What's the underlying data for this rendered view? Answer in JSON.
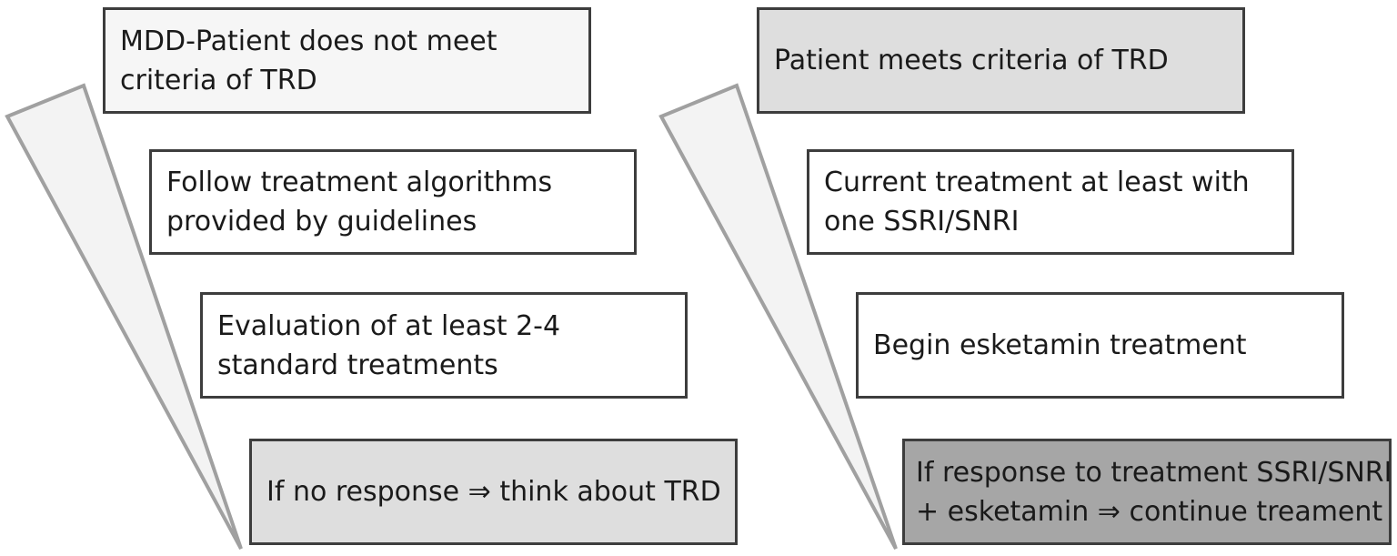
{
  "left_column": {
    "boxes": [
      {
        "line1": "MDD-Patient does not meet",
        "line2": "criteria of TRD"
      },
      {
        "line1": "Follow treatment algorithms",
        "line2": "provided by guidelines"
      },
      {
        "line1": "Evaluation of at least 2-4",
        "line2": "standard treatments"
      },
      {
        "line1": "If no response ⇒ think about TRD",
        "line2": ""
      }
    ]
  },
  "right_column": {
    "boxes": [
      {
        "line1": "Patient meets criteria of TRD",
        "line2": ""
      },
      {
        "line1": "Current treatment at least with",
        "line2": "one SSRI/SNRI"
      },
      {
        "line1": "Begin esketamin treatment",
        "line2": ""
      },
      {
        "line1": "If response to treatment SSRI/SNRI",
        "line2": "+ esketamin ⇒ continue treament"
      }
    ]
  },
  "colors": {
    "border": "#3d3d3d",
    "wedge_fill": "#f3f3f3",
    "wedge_stroke": "#a0a0a0",
    "step1_fill": "#f6f6f6",
    "step2_fill": "#ffffff",
    "step3_fill": "#dedede",
    "step4_fill": "#a6a6a6"
  }
}
